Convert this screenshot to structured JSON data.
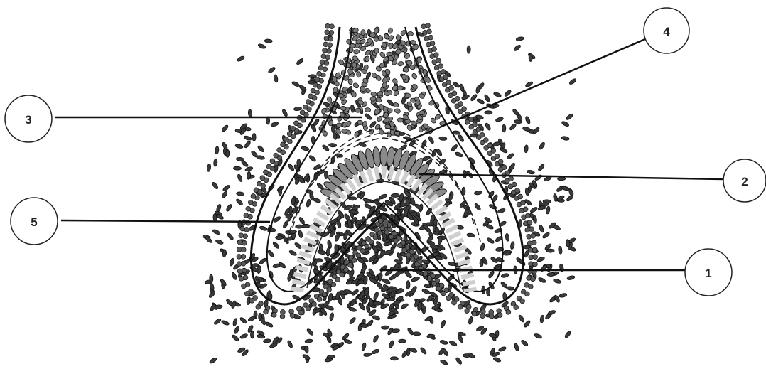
{
  "diagram": {
    "callouts": [
      {
        "id": "1",
        "label": "1"
      },
      {
        "id": "2",
        "label": "2"
      },
      {
        "id": "3",
        "label": "3"
      },
      {
        "id": "4",
        "label": "4"
      },
      {
        "id": "5",
        "label": "5"
      }
    ],
    "colors": {
      "cell": "#3a3a3a",
      "cell_outline": "#111111",
      "outer_sheath": "#5a5a5a",
      "matrix_cells": "#777777",
      "papilla_band": "#cfcfcf",
      "leader_line": "#111111",
      "background": "#ffffff"
    }
  }
}
